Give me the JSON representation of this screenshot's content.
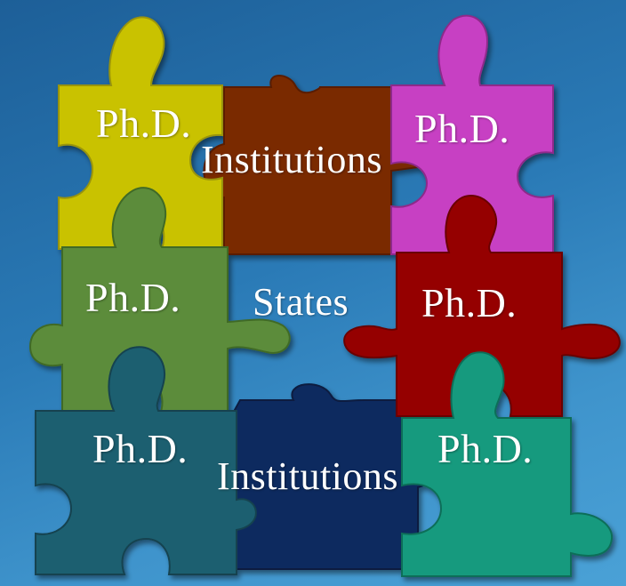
{
  "labels": {
    "yellow": "Ph.D.",
    "brown": "Institutions",
    "magenta": "Ph.D.",
    "green": "Ph.D.",
    "center": "States",
    "red": "Ph.D.",
    "teal": "Ph.D.",
    "navy": "Institutions",
    "turquoise": "Ph.D."
  },
  "colors": {
    "background": "#2a78b3",
    "yellow": "#c9c200",
    "brown": "#7a2c05",
    "magenta": "#c73fc3",
    "green": "#5b8c3a",
    "red": "#950606",
    "teal": "#1c5f70",
    "navy": "#0e2a5e",
    "turquoise": "#159a7e",
    "text": "#ffffff"
  },
  "icons": [
    "puzzle-piece-icon"
  ]
}
